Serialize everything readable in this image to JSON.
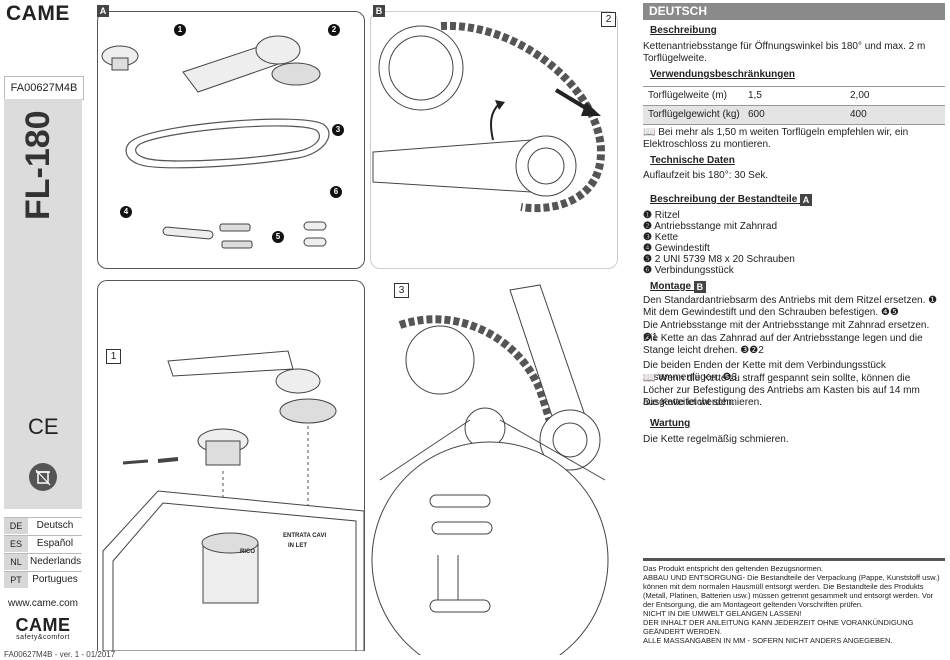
{
  "left_column": {
    "logo_top": "CAME",
    "doc_code": "FA00627M4B",
    "product_name": "FL-180",
    "ce_mark": "CE",
    "languages": [
      {
        "code": "DE",
        "name": "Deutsch"
      },
      {
        "code": "ES",
        "name": "Español"
      },
      {
        "code": "NL",
        "name": "Nederlands"
      },
      {
        "code": "PT",
        "name": "Portugues"
      }
    ],
    "website": "www.came.com",
    "logo_bottom": "CAME",
    "logo_tagline": "safety&comfort",
    "version_line": "FA00627M4B - ver. 1 - 01/2017"
  },
  "figures": {
    "panel_a_tag": "A",
    "panel_b_tag": "B",
    "panel_b_step": "2",
    "step1_label": "1",
    "step3_label": "3",
    "callouts": [
      "1",
      "2",
      "3",
      "4",
      "5",
      "6"
    ],
    "stencil_text_1": "ENTRATA CAVI",
    "stencil_text_2": "IN LET",
    "stencil_text_3": "RICO"
  },
  "text": {
    "language_header": "DEUTSCH",
    "beschreibung_title": "Beschreibung",
    "beschreibung_body": "Kettenantriebsstange für Öffnungswinkel bis 180° und max. 2 m Torflügelweite.",
    "limits_title": "Verwendungsbeschränkungen",
    "limits_table": [
      {
        "label": "Torflügelweite (m)",
        "v1": "1,5",
        "v2": "2,00"
      },
      {
        "label": "Torflügelgewicht (kg)",
        "v1": "600",
        "v2": "400"
      }
    ],
    "limits_note": "Bei mehr als 1,50 m weiten Torflügeln empfehlen wir, ein Elektroschloss zu montieren.",
    "tech_title": "Technische Daten",
    "tech_body": "Auflaufzeit bis 180°: 30 Sek.",
    "parts_title": "Beschreibung der Bestandteile",
    "parts_tag": "A",
    "parts": [
      {
        "num": "1",
        "label": "Ritzel"
      },
      {
        "num": "2",
        "label": "Antriebsstange mit Zahnrad"
      },
      {
        "num": "3",
        "label": "Kette"
      },
      {
        "num": "4",
        "label": "Gewindestift"
      },
      {
        "num": "5",
        "label": "2 UNI 5739 M8 x 20 Schrauben"
      },
      {
        "num": "6",
        "label": "Verbindungsstück"
      }
    ],
    "montage_title": "Montage",
    "montage_tag": "B",
    "montage_p1": "Den Standardantriebsarm des Antriebs mit dem Ritzel ersetzen. ❶ Mit dem Gewindestift und den Schrauben befestigen. ❹❺",
    "montage_p2": "Die Antriebsstange mit der Antriebsstange mit Zahnrad ersetzen. ❷1",
    "montage_p3": "Die Kette an das Zahnrad auf der Antriebsstange legen und die Stange leicht drehen. ❸❷2",
    "montage_p4": "Die beiden Enden der Kette mit dem Verbindungsstück zusammenfügen. ❻3",
    "montage_p5": "Wenn die Kette zu straff gespannt sein sollte, können die Löcher zur Befestigung des Antriebs am Kasten bis auf 14 mm ausgeweitet werden.",
    "montage_p6": "Die Kette leicht schmieren.",
    "wartung_title": "Wartung",
    "wartung_body": "Die Kette regelmäßig schmieren.",
    "footer_lines": [
      "Das Produkt entspricht den geltenden Bezugsnormen.",
      "ABBAU UND ENTSORGUNG- Die Bestandteile der Verpackung (Pappe, Kunststoff usw.) können mit dem normalen Hausmüll entsorgt werden. Die Bestandteile des Produkts (Metall, Platinen, Batterien usw.) müssen getrennt gesammelt und entsorgt werden. Vor der Entsorgung, die am Montageort geltenden Vorschriften prüfen.",
      "NICHT IN DIE UMWELT GELANGEN LASSEN!",
      "DER INHALT DER ANLEITUNG KANN JEDERZEIT OHNE VORANKÜNDIGUNG GEÄNDERT WERDEN.",
      "ALLE MASSANGABEN IN MM - SOFERN NICHT ANDERS ANGEGEBEN."
    ]
  }
}
